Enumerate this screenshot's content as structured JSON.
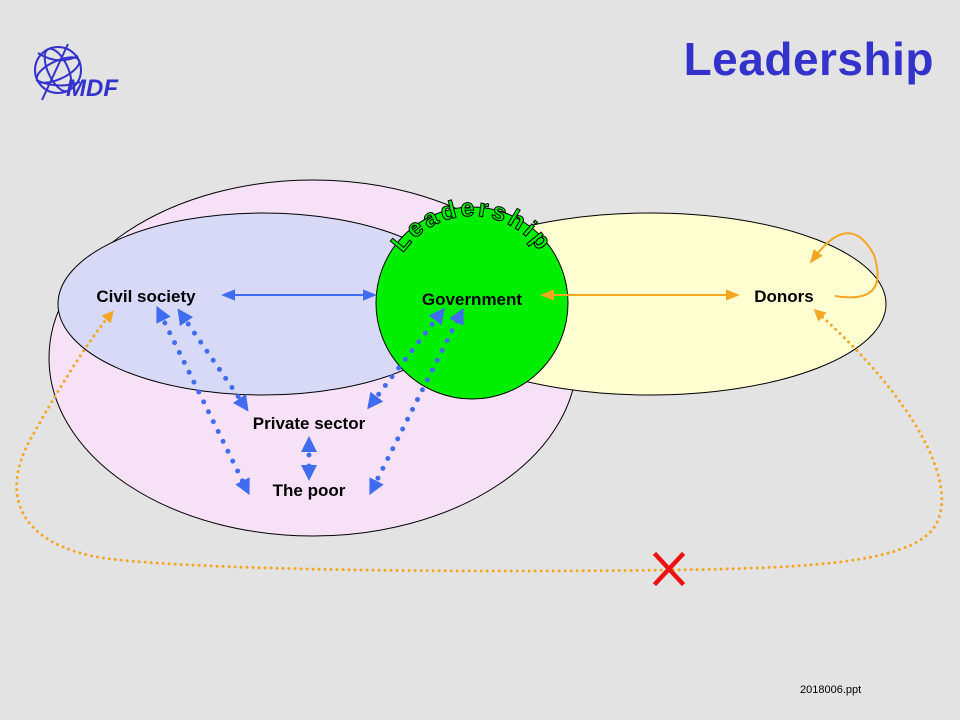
{
  "slide": {
    "title": "Leadership",
    "footer": "2018006.ppt"
  },
  "logo": {
    "text": "MDF",
    "icon": "globe-icon"
  },
  "diagram": {
    "nodes": {
      "civil_society": "Civil society",
      "government": "Government",
      "donors": "Donors",
      "private_sector": "Private sector",
      "the_poor": "The poor"
    },
    "arc_label": "Leadership",
    "blocked_marker_icon": "cross-icon"
  },
  "colors": {
    "title": "#3333cc",
    "government_circle": "#00ee00",
    "pink_region": "#f7e1f7",
    "blue_region": "#d7d9f7",
    "yellow_region": "#ffffd2",
    "blue_arrows": "#3f6cf0",
    "orange_arrows": "#f5a623",
    "cross": "#ee1111"
  }
}
